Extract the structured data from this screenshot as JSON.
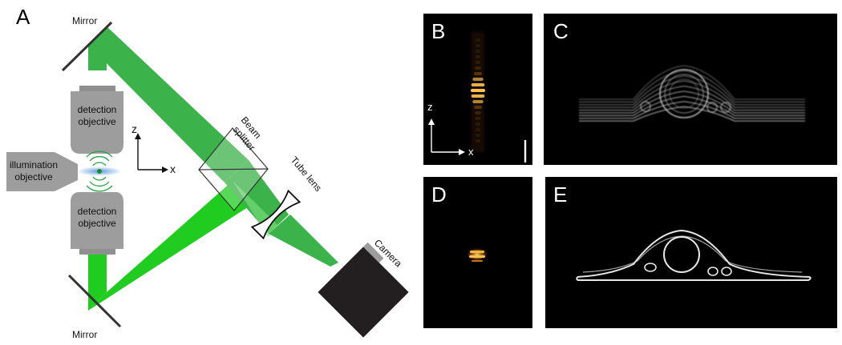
{
  "panels": {
    "a": "A",
    "b": "B",
    "c": "C",
    "d": "D",
    "e": "E"
  },
  "labels": {
    "mirror_top": "Mirror",
    "mirror_bottom": "Mirror",
    "detection_objective_top": [
      "detection",
      "objective"
    ],
    "detection_objective_bottom": [
      "detection",
      "objective"
    ],
    "illumination_objective": [
      "illumination",
      "objective"
    ],
    "beam_splitter": [
      "Beam",
      "splitter"
    ],
    "tube_lens": "Tube lens",
    "camera": "Camera"
  },
  "axes": {
    "schematic_z": "z",
    "schematic_x": "x",
    "psf_z": "z",
    "psf_x": "x"
  },
  "colors": {
    "beam_dark": "#3bb24a",
    "beam_bright": "#1fcc1f",
    "objective_gray": "#9d9d9d",
    "panel_bg": "#000000",
    "psf_core": "#f5a623"
  }
}
